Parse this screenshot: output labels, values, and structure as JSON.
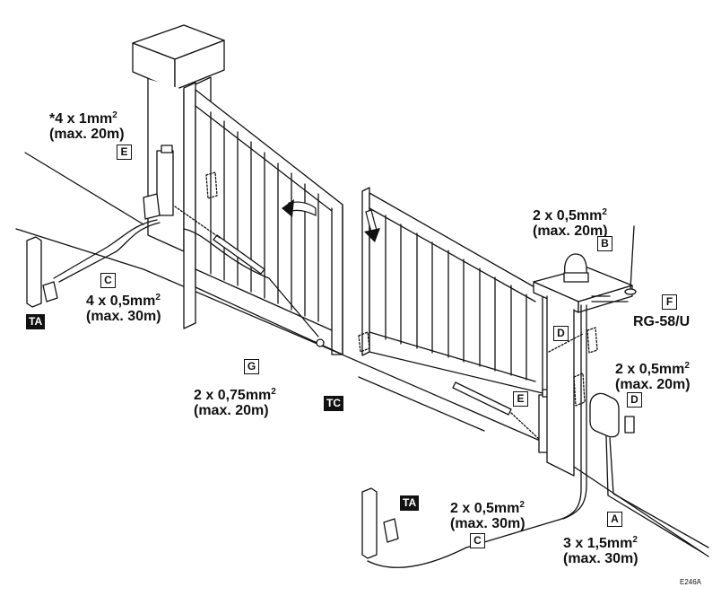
{
  "cables": {
    "c1": {
      "line1": "*4 x 1mm",
      "sup": "2",
      "line2": "(max. 20m)"
    },
    "c2": {
      "line1": "2 x 0,5mm",
      "sup": "2",
      "line2": "(max. 20m)"
    },
    "c3": {
      "line1": "4 x 0,5mm",
      "sup": "2",
      "line2": "(max. 30m)"
    },
    "c4": {
      "line1": "2 x 0,75mm",
      "sup": "2",
      "line2": "(max. 20m)"
    },
    "c5": {
      "line1": "2 x 0,5mm",
      "sup": "2",
      "line2": "(max. 20m)"
    },
    "c6": {
      "line1": "2 x 0,5mm",
      "sup": "2",
      "line2": "(max. 30m)"
    },
    "c7": {
      "line1": "3 x 1,5mm",
      "sup": "2",
      "line2": "(max. 30m)"
    },
    "antenna": "RG-58/U"
  },
  "tags": {
    "A": "A",
    "B": "B",
    "C": "C",
    "D": "D",
    "E": "E",
    "F": "F",
    "G": "G",
    "TA": "TA",
    "TC": "TC"
  },
  "figure_code": "E246A"
}
